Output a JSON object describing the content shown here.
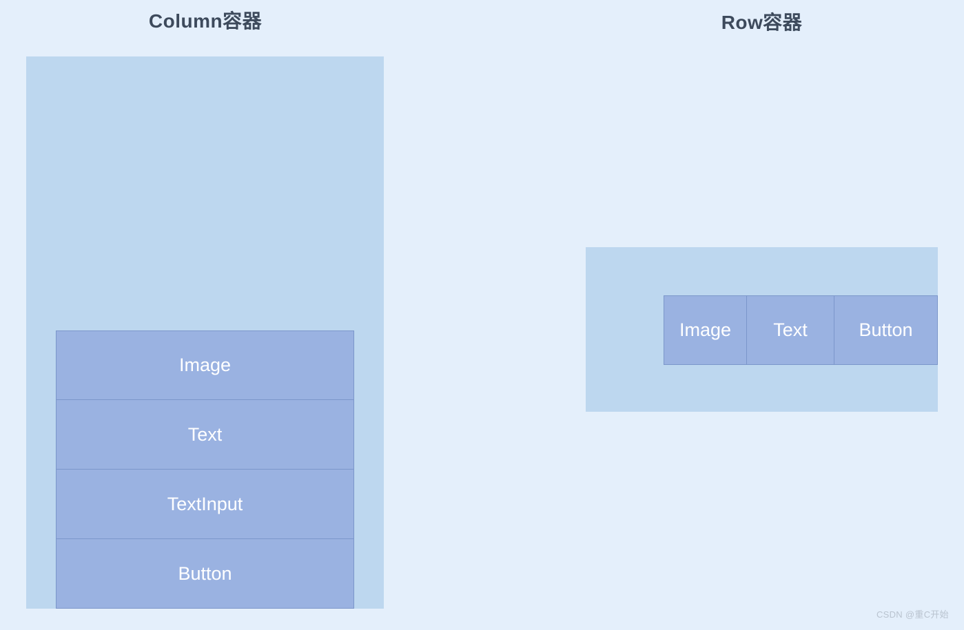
{
  "page": {
    "background_color": "#e4effb",
    "watermark": "CSDN @重C开始"
  },
  "colors": {
    "page_background": "#e4effb",
    "container_fill": "#bdd7ef",
    "cell_fill": "#9ab2e1",
    "cell_border": "#7b96ca",
    "title_text": "#3d4a5c",
    "cell_text": "#ffffff",
    "watermark_text": "#b9c3cf"
  },
  "column_demo": {
    "title": "Column容器",
    "cells": [
      {
        "label": "Image"
      },
      {
        "label": "Text"
      },
      {
        "label": "TextInput"
      },
      {
        "label": "Button"
      }
    ]
  },
  "row_demo": {
    "title": "Row容器",
    "cells": [
      {
        "label": "Image"
      },
      {
        "label": "Text"
      },
      {
        "label": "Button"
      }
    ]
  }
}
